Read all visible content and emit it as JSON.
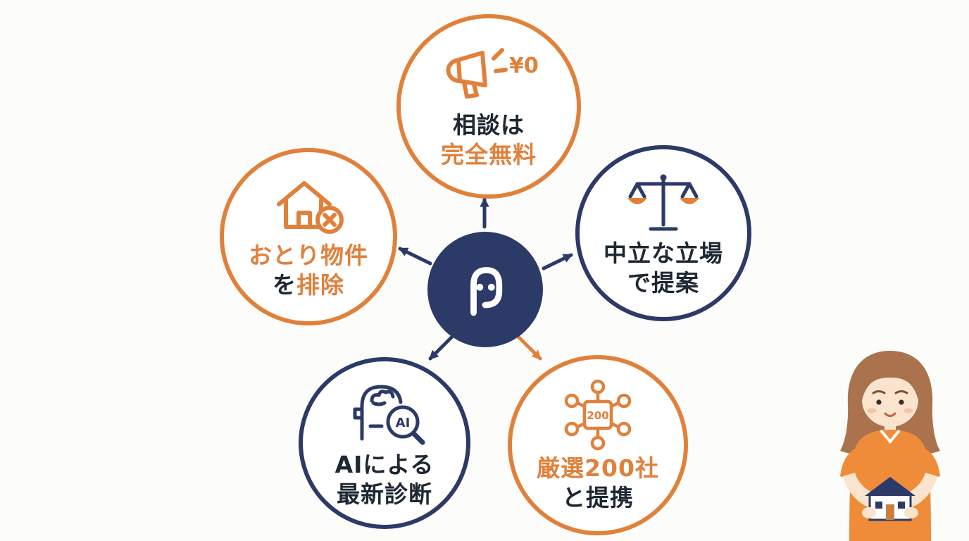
{
  "colors": {
    "orange": "#E0813B",
    "navy": "#2B3A67",
    "dark_text": "#1E2732",
    "background": "#FCFCFB"
  },
  "center": {
    "logo": "smiley-p-chat-logo"
  },
  "nodes": {
    "free": {
      "icon": "megaphone-icon",
      "badge": "¥0",
      "line1": "相談は",
      "line2": "完全無料"
    },
    "decoy": {
      "icon": "house-exclude-icon",
      "line1": "おとり物件",
      "line2_prefix": "を",
      "line2": "排除"
    },
    "neutral": {
      "icon": "balance-scale-icon",
      "line1": "中立な立場",
      "line2": "で提案"
    },
    "ai": {
      "icon": "ai-robot-magnifier-icon",
      "badge": "AI",
      "line1": "AIによる",
      "line2": "最新診断"
    },
    "partners": {
      "icon": "network-200-icon",
      "badge": "200",
      "line1": "厳選200社",
      "line2": "と提携"
    }
  },
  "illustration": {
    "name": "woman-holding-house"
  }
}
